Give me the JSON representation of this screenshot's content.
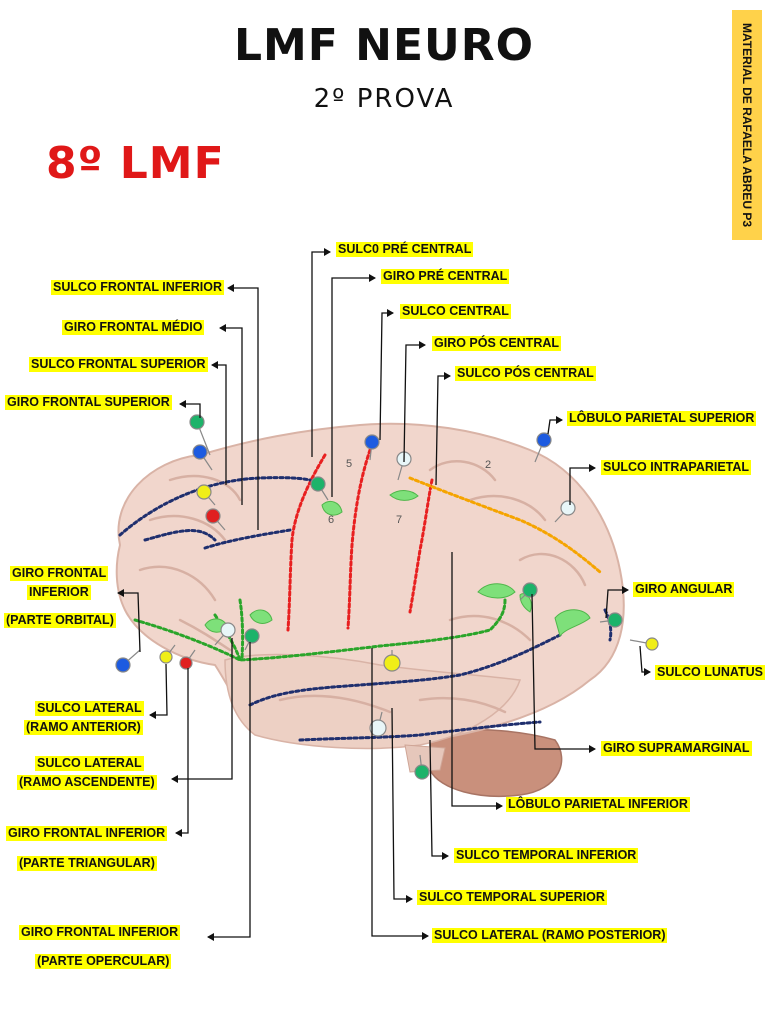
{
  "header": {
    "title": "LMF NEURO",
    "subtitle": "2º PROVA",
    "lmf_number": "8º LMF",
    "credit": "MATERIAL DE RAFAELA ABREU P3"
  },
  "labels": {
    "sulco_pre_central": "SULC0 PRÉ CENTRAL",
    "giro_pre_central": "GIRO PRÉ CENTRAL",
    "sulco_central": "SULCO CENTRAL",
    "giro_pos_central": "GIRO PÓS CENTRAL",
    "sulco_pos_central": "SULCO PÓS CENTRAL",
    "lobulo_parietal_superior": "LÔBULO PARIETAL SUPERIOR",
    "sulco_intraparietal": "SULCO INTRAPARIETAL",
    "giro_angular": "GIRO ANGULAR",
    "sulco_lunatus": "SULCO LUNATUS",
    "giro_supramarginal": "GIRO SUPRAMARGINAL",
    "lobulo_parietal_inferior": "LÔBULO PARIETAL INFERIOR",
    "sulco_temporal_inferior": "SULCO TEMPORAL INFERIOR",
    "sulco_temporal_superior": "SULCO TEMPORAL SUPERIOR",
    "sulco_lateral_posterior": "SULCO LATERAL (RAMO POSTERIOR)",
    "sulco_frontal_inferior": "SULCO FRONTAL INFERIOR",
    "giro_frontal_medio": "GIRO FRONTAL MÉDIO",
    "sulco_frontal_superior": "SULCO FRONTAL SUPERIOR",
    "giro_frontal_superior": "GIRO FRONTAL SUPERIOR",
    "gfi_orbital_1": "GIRO FRONTAL",
    "gfi_orbital_2": "INFERIOR",
    "gfi_orbital_3": "(PARTE ORBITAL)",
    "sl_anterior_1": "SULCO LATERAL",
    "sl_anterior_2": "(RAMO ANTERIOR)",
    "sl_ascendente_1": "SULCO LATERAL",
    "sl_ascendente_2": "(RAMO ASCENDENTE)",
    "gfi_triangular_1": "GIRO FRONTAL INFERIOR",
    "gfi_triangular_2": "(PARTE TRIANGULAR)",
    "gfi_opercular_1": "GIRO FRONTAL INFERIOR",
    "gfi_opercular_2": "(PARTE OPERCULAR)"
  },
  "model_numbers": {
    "n5": "5",
    "n6": "6",
    "n7": "7",
    "n2": "2"
  },
  "colors": {
    "label_bg": "#ffff00",
    "lmf_red": "#e01818",
    "credit_bg": "#ffd24a",
    "brain": "#f1d6cc",
    "cerebellum": "#c9907c",
    "sulcus_red": "#e82020",
    "sulcus_navy": "#1f2f6e",
    "sulcus_green": "#2aa52a",
    "sulcus_orange": "#f5a400"
  }
}
